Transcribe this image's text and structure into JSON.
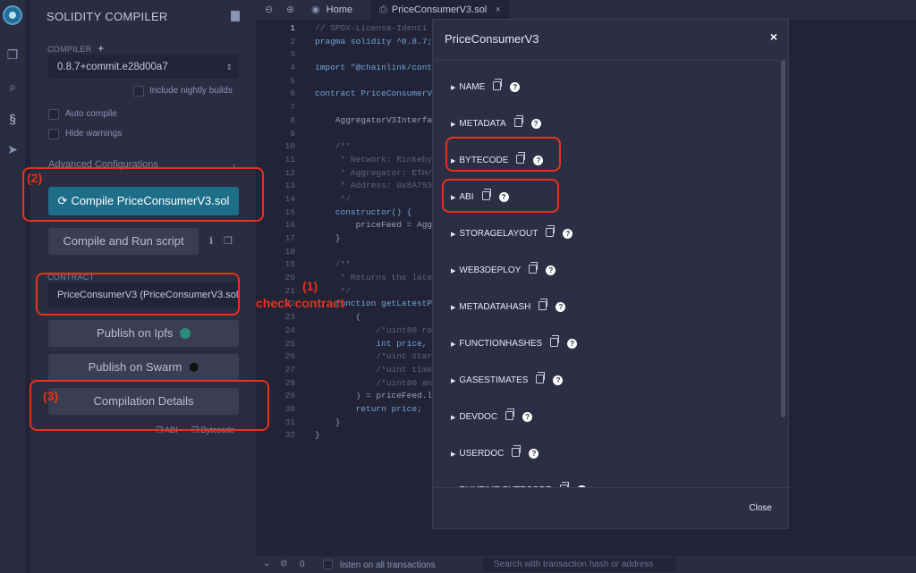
{
  "panel": {
    "title": "SOLIDITY COMPILER",
    "compiler_label": "COMPILER",
    "compiler_add": "+",
    "compiler_version": "0.8.7+commit.e28d00a7",
    "nightly_label": "Include nightly builds",
    "auto_compile_label": "Auto compile",
    "hide_warnings_label": "Hide warnings",
    "advanced_label": "Advanced Configurations",
    "compile_button": "Compile PriceConsumerV3.sol",
    "compile_run_button": "Compile and Run script",
    "contract_label": "CONTRACT",
    "contract_value": "PriceConsumerV3 (PriceConsumerV3.sol)",
    "publish_ipfs": "Publish on Ipfs",
    "publish_swarm": "Publish on Swarm",
    "compilation_details": "Compilation Details",
    "abi_link": "ABI",
    "bytecode_link": "Bytecode"
  },
  "tabs": {
    "home": "Home",
    "file": "PriceConsumerV3.sol"
  },
  "editor": {
    "line_numbers": [
      "1",
      "2",
      "3",
      "4",
      "5",
      "6",
      "7",
      "8",
      "9",
      "10",
      "11",
      "12",
      "13",
      "14",
      "15",
      "16",
      "17",
      "18",
      "19",
      "20",
      "21",
      "22",
      "23",
      "24",
      "25",
      "26",
      "27",
      "28",
      "29",
      "30",
      "31",
      "32"
    ],
    "lines": [
      "// SPDX-License-Identi",
      "pragma solidity ^0.8.7;",
      "",
      "import \"@chainlink/cont",
      "",
      "contract PriceConsumerV",
      "",
      "    AggregatorV3Interfa",
      "",
      "    /**",
      "     * Network: Rinkeby",
      "     * Aggregator: ETH/",
      "     * Address: 0x8A753",
      "     */",
      "    constructor() {",
      "        priceFeed = Agg",
      "    }",
      "",
      "    /**",
      "     * Returns the late",
      "     */",
      "    function getLatestP",
      "        (",
      "            /*uint80 ro",
      "            int price,",
      "            /*uint star",
      "            /*uint time",
      "            /*uint80 an",
      "        ) = priceFeed.l",
      "        return price;",
      "    }",
      "}"
    ]
  },
  "bottom": {
    "count": "0",
    "listen_label": "listen on all transactions",
    "search_placeholder": "Search with transaction hash or address"
  },
  "modal": {
    "title": "PriceConsumerV3",
    "close_x": "×",
    "items": [
      "NAME",
      "METADATA",
      "BYTECODE",
      "ABI",
      "STORAGELAYOUT",
      "WEB3DEPLOY",
      "METADATAHASH",
      "FUNCTIONHASHES",
      "GASESTIMATES",
      "DEVDOC",
      "USERDOC",
      "RUNTIME BYTECODE"
    ],
    "close_button": "Close"
  },
  "annotations": {
    "step1_num": "(1)",
    "step1_text": "check contract",
    "step2_num": "(2)",
    "step3_num": "(3)",
    "color": "#e5331a"
  },
  "colors": {
    "accent": "#1e6e8a",
    "panel_bg": "#2b2c40",
    "editor_bg": "#222336",
    "modal_bg": "#2c2e43"
  }
}
